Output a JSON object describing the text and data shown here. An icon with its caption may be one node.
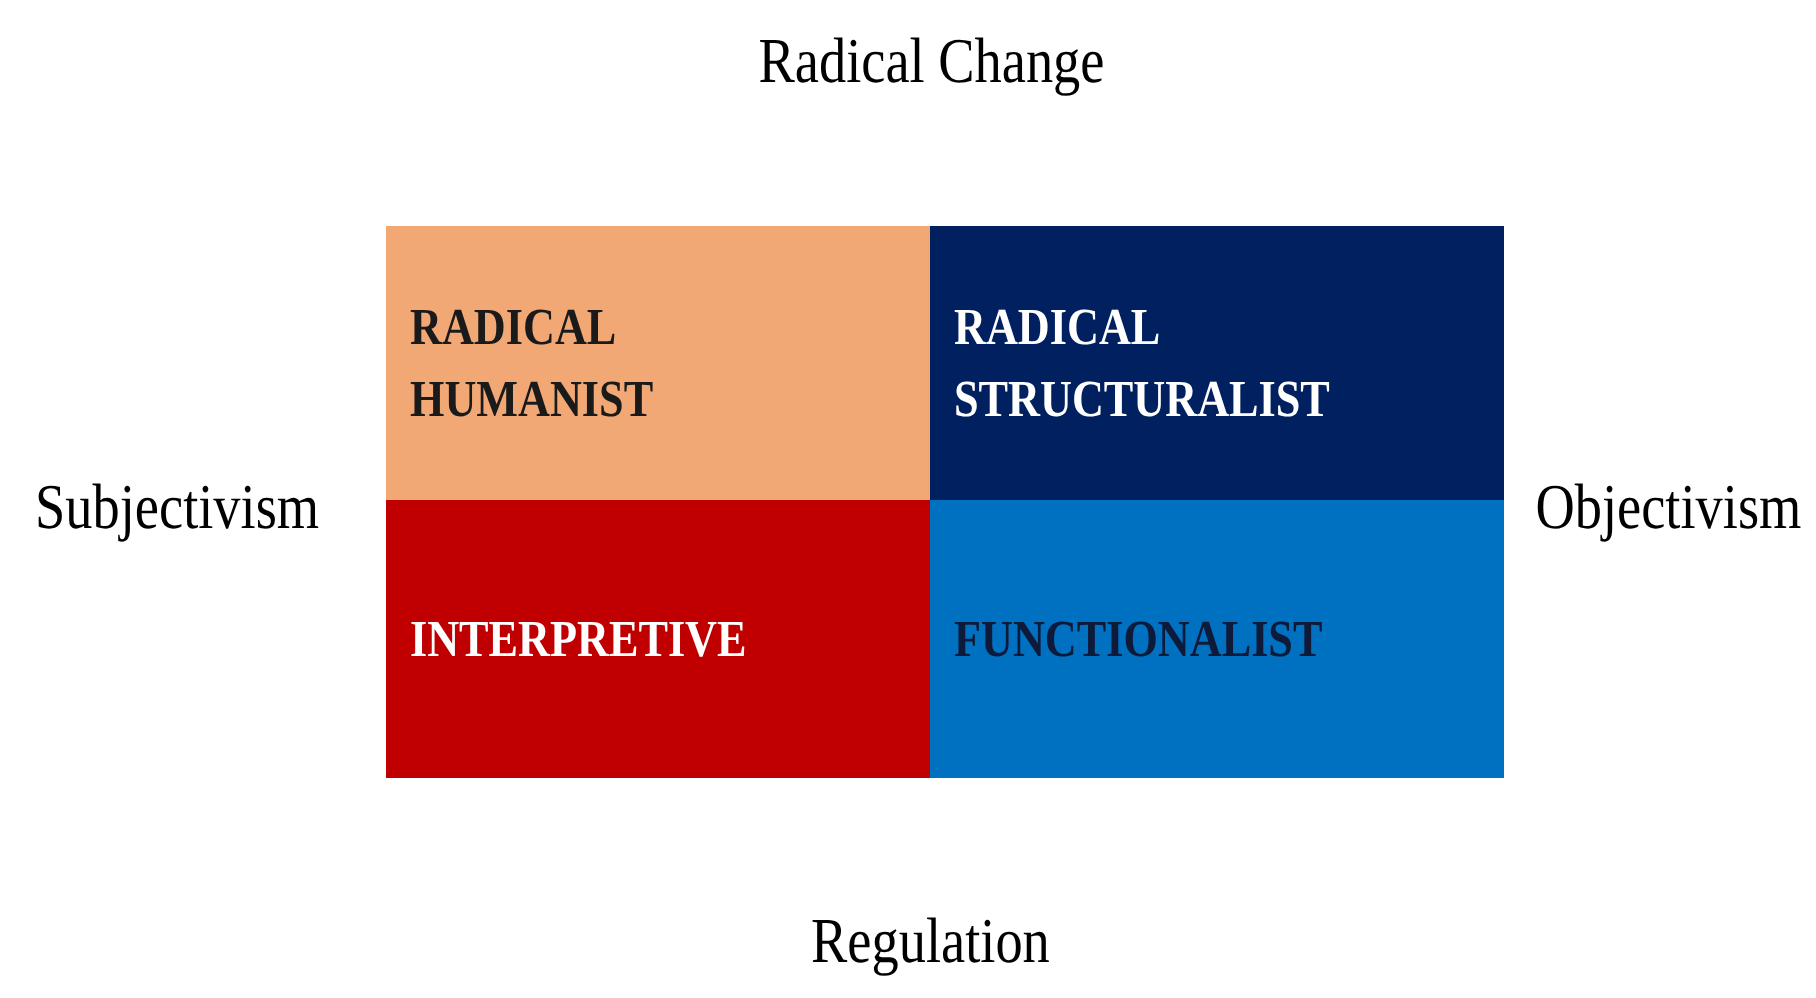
{
  "diagram": {
    "nodes": [
      {
        "text": [
          "RADICAL HUMANIST"
        ]
      },
      {
        "text": [
          "RADICAL STRUCTURALIST"
        ]
      },
      {
        "text": [
          "INTERPRETIVE"
        ]
      },
      {
        "text": [
          "FUNCTIONALIST"
        ]
      }
    ],
    "labels": [
      "Radical Change",
      "Subjectivism",
      "Objectivism",
      "Regulation"
    ]
  }
}
